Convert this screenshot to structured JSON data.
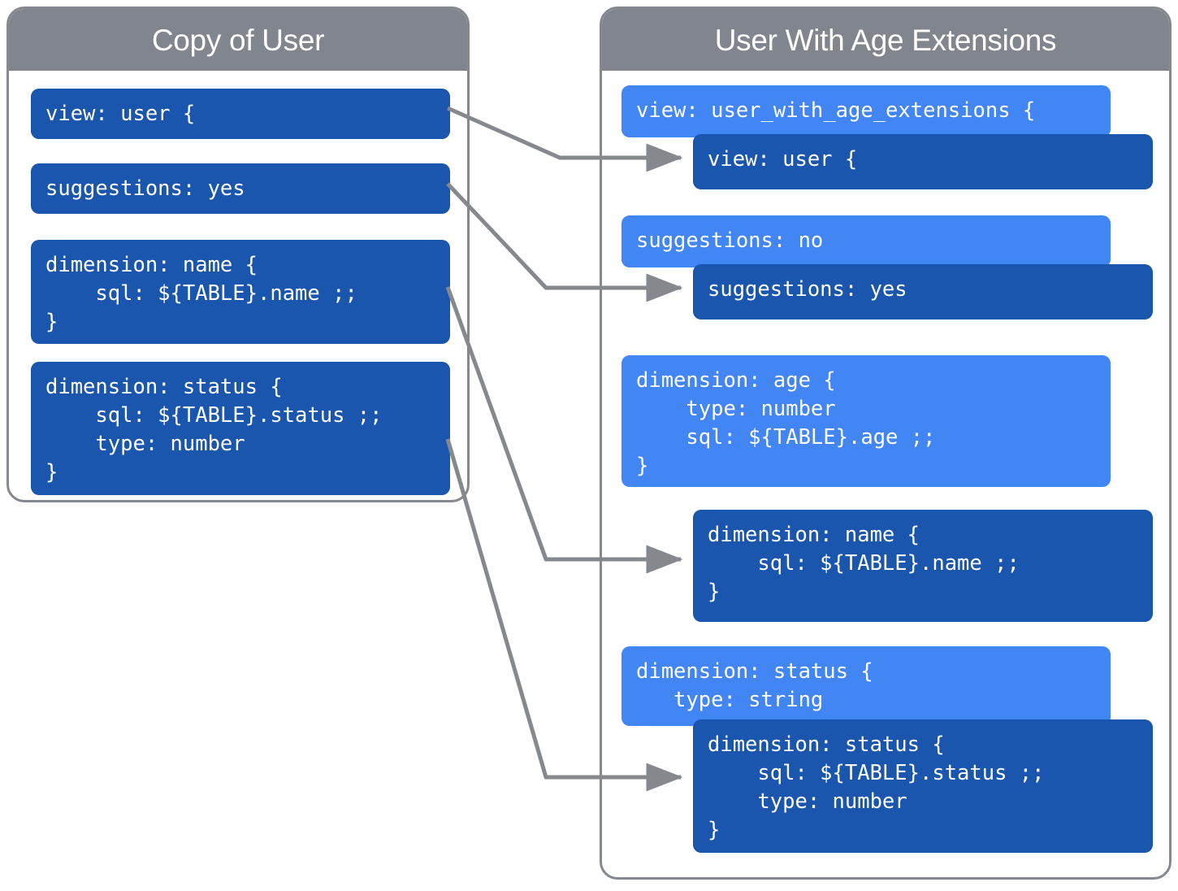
{
  "diagram": {
    "type": "looker-view-extension-diagram",
    "connector_color": "#85898e",
    "panel_border_color": "#85898e",
    "header_color": "#80858e",
    "code_dark_color": "#1a56ad",
    "code_light_color": "#4285f4"
  },
  "left_panel": {
    "title": "Copy of User",
    "blocks": [
      {
        "id": "view",
        "variant": "dark",
        "text": "view: user {"
      },
      {
        "id": "suggestions",
        "variant": "dark",
        "text": "suggestions: yes"
      },
      {
        "id": "dim-name",
        "variant": "dark",
        "text": "dimension: name {\n    sql: ${TABLE}.name ;;\n}"
      },
      {
        "id": "dim-status",
        "variant": "dark",
        "text": "dimension: status {\n    sql: ${TABLE}.status ;;\n    type: number\n}"
      }
    ]
  },
  "right_panel": {
    "title": "User With Age Extensions",
    "blocks": [
      {
        "id": "view-ext",
        "variant": "light",
        "text": "view: user_with_age_extensions {"
      },
      {
        "id": "view-inherited",
        "variant": "dark",
        "text": "view: user {"
      },
      {
        "id": "suggestions-ext",
        "variant": "light",
        "text": "suggestions: no"
      },
      {
        "id": "suggestions-inh",
        "variant": "dark",
        "text": "suggestions: yes"
      },
      {
        "id": "dim-age-ext",
        "variant": "light",
        "text": "dimension: age {\n    type: number\n    sql: ${TABLE}.age ;;\n}"
      },
      {
        "id": "dim-name-inh",
        "variant": "dark",
        "text": "dimension: name {\n    sql: ${TABLE}.name ;;\n}"
      },
      {
        "id": "dim-status-ext",
        "variant": "light",
        "text": "dimension: status {\n   type: string"
      },
      {
        "id": "dim-status-inh",
        "variant": "dark",
        "text": "dimension: status {\n    sql: ${TABLE}.status ;;\n    type: number\n}"
      }
    ]
  },
  "connections": [
    {
      "id": "conn-view",
      "from": "view",
      "to": "view-inherited"
    },
    {
      "id": "conn-suggestions",
      "from": "suggestions",
      "to": "suggestions-inh"
    },
    {
      "id": "conn-name",
      "from": "dim-name",
      "to": "dim-name-inh"
    },
    {
      "id": "conn-status",
      "from": "dim-status",
      "to": "dim-status-inh"
    }
  ]
}
